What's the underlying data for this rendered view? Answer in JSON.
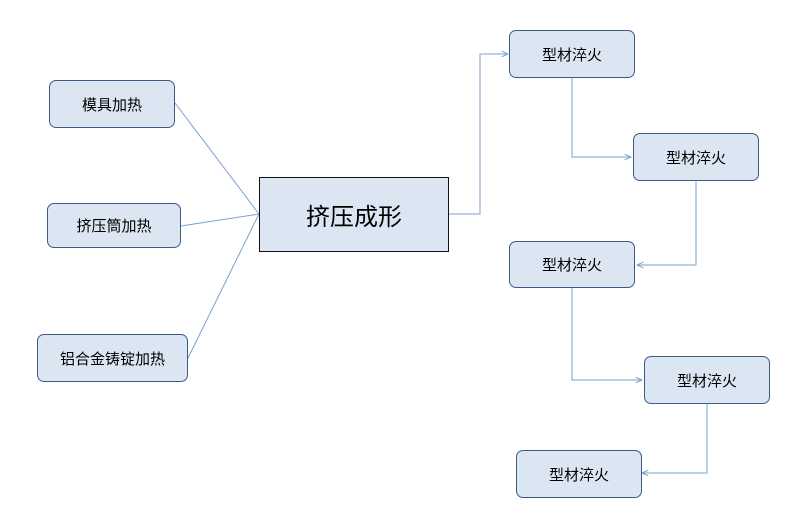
{
  "diagram": {
    "inputs": [
      {
        "id": "mold-heating",
        "label": "模具加热"
      },
      {
        "id": "container-heating",
        "label": "挤压筒加热"
      },
      {
        "id": "ingot-heating",
        "label": "铝合金铸锭加热"
      }
    ],
    "center": {
      "id": "extrusion",
      "label": "挤压成形"
    },
    "quench_steps": [
      {
        "id": "q1",
        "label": "型材淬火"
      },
      {
        "id": "q2",
        "label": "型材淬火"
      },
      {
        "id": "q3",
        "label": "型材淬火"
      },
      {
        "id": "q4",
        "label": "型材淬火"
      },
      {
        "id": "q5",
        "label": "型材淬火"
      }
    ]
  },
  "colors": {
    "node_fill": "#dce6f2",
    "node_border": "#3b5a85",
    "connector": "#7aa2cf"
  }
}
